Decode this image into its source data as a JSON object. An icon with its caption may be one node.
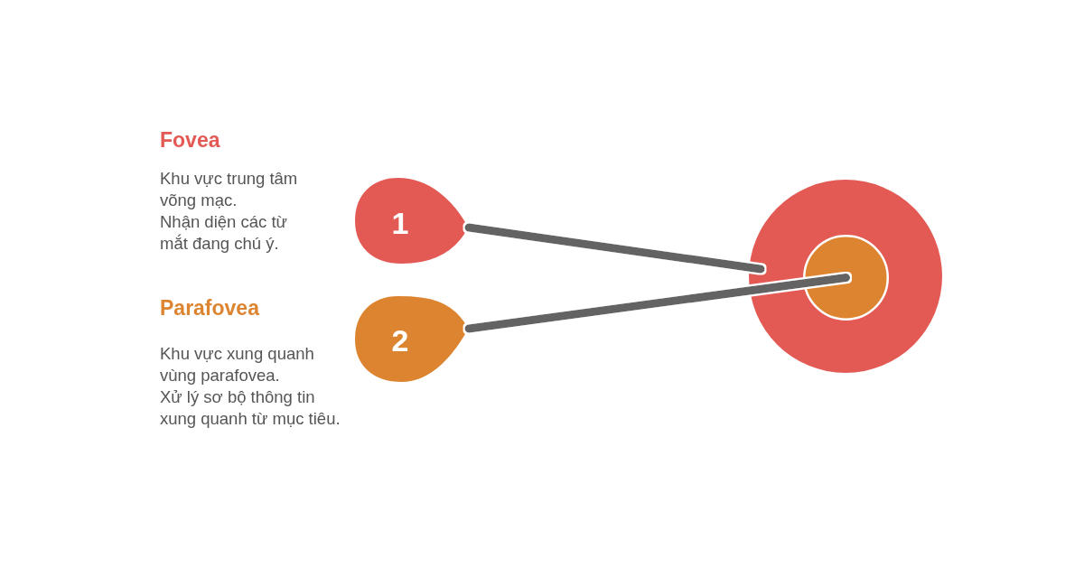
{
  "diagram": {
    "nodes": [
      {
        "text": [
          "1"
        ],
        "beside": [
          "Fovea",
          "Khu vực trung tâm võng mạc.",
          "Nhận diện các từ mắt đang chú ý."
        ]
      },
      {
        "text": [
          "2"
        ],
        "beside": [
          "Parafovea",
          "Khu vực xung quanh vùng parafovea.",
          "Xử lý sơ bộ thông tin xung quanh từ mục tiêu."
        ]
      },
      {
        "text": [],
        "shape": "circle"
      },
      {
        "text": [],
        "shape": "circle",
        "in": 2
      }
    ],
    "edges": [
      {
        "from": 0,
        "to": 2,
        "arrow": "none"
      },
      {
        "from": 1,
        "to": 3,
        "arrow": "none"
      }
    ]
  }
}
